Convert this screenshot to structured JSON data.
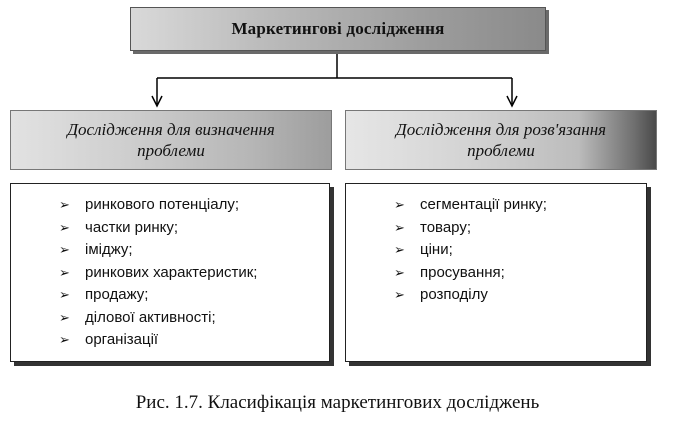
{
  "diagram": {
    "title": "Маркетингові дослідження",
    "categories": [
      {
        "line1": "Дослідження для визначення",
        "line2": "проблеми"
      },
      {
        "line1": "Дослідження для розв'язання",
        "line2": "проблеми"
      }
    ],
    "lists": [
      {
        "items": [
          "ринкового потенціалу;",
          "частки ринку;",
          "іміджу;",
          "ринкових характеристик;",
          "продажу;",
          "ділової активності;",
          "організації"
        ]
      },
      {
        "items": [
          "сегментації ринку;",
          "товару;",
          "ціни;",
          "просування;",
          "розподілу"
        ]
      }
    ],
    "bullet_glyph": "➢"
  },
  "caption": "Рис. 1.7. Класифікація маркетингових досліджень"
}
